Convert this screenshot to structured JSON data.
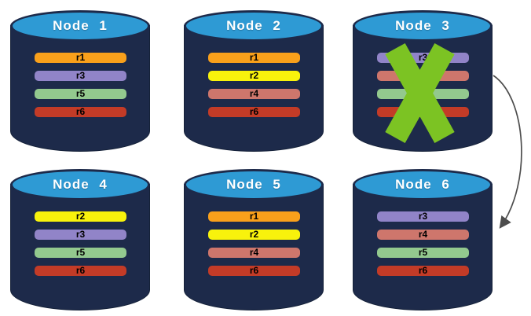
{
  "diagram": {
    "description": "Six database nodes holding replicas; Node 3 has failed (green X) and its replicas are re-created on Node 6 (curved arrow).",
    "palette": {
      "background": "#FFFFFF",
      "cylinder_body": "#1D2A4A",
      "cylinder_top": "#2E9AD4",
      "title_text": "#FFFFFF",
      "bar_text": "#000000",
      "failure_x": "#7CC323",
      "arrow": "#4D4D4D"
    },
    "replica_colors": {
      "r1": "#F9A01B",
      "r2": "#F8F20C",
      "r3": "#9184C8",
      "r4": "#CE766C",
      "r5": "#93C98E",
      "r6": "#C33B27"
    },
    "nodes": [
      {
        "label": "Node 1",
        "failed": false,
        "replicas": [
          {
            "label": "r1",
            "color": "#F9A01B"
          },
          {
            "label": "r3",
            "color": "#9184C8"
          },
          {
            "label": "r5",
            "color": "#93C98E"
          },
          {
            "label": "r6",
            "color": "#C33B27"
          }
        ]
      },
      {
        "label": "Node 2",
        "failed": false,
        "replicas": [
          {
            "label": "r1",
            "color": "#F9A01B"
          },
          {
            "label": "r2",
            "color": "#F8F20C"
          },
          {
            "label": "r4",
            "color": "#CE766C"
          },
          {
            "label": "r6",
            "color": "#C33B27"
          }
        ]
      },
      {
        "label": "Node 3",
        "failed": true,
        "replicas": [
          {
            "label": "r3",
            "color": "#9184C8"
          },
          {
            "label": "r4",
            "color": "#CE766C"
          },
          {
            "label": "r5",
            "color": "#93C98E"
          },
          {
            "label": "r6",
            "color": "#C33B27"
          }
        ]
      },
      {
        "label": "Node 4",
        "failed": false,
        "replicas": [
          {
            "label": "r2",
            "color": "#F8F20C"
          },
          {
            "label": "r3",
            "color": "#9184C8"
          },
          {
            "label": "r5",
            "color": "#93C98E"
          },
          {
            "label": "r6",
            "color": "#C33B27"
          }
        ]
      },
      {
        "label": "Node 5",
        "failed": false,
        "replicas": [
          {
            "label": "r1",
            "color": "#F9A01B"
          },
          {
            "label": "r2",
            "color": "#F8F20C"
          },
          {
            "label": "r4",
            "color": "#CE766C"
          },
          {
            "label": "r6",
            "color": "#C33B27"
          }
        ]
      },
      {
        "label": "Node 6",
        "failed": false,
        "replicas": [
          {
            "label": "r3",
            "color": "#9184C8"
          },
          {
            "label": "r4",
            "color": "#CE766C"
          },
          {
            "label": "r5",
            "color": "#93C98E"
          },
          {
            "label": "r6",
            "color": "#C33B27"
          }
        ]
      }
    ],
    "arrow": {
      "from": "Node 3",
      "to": "Node 6"
    }
  }
}
